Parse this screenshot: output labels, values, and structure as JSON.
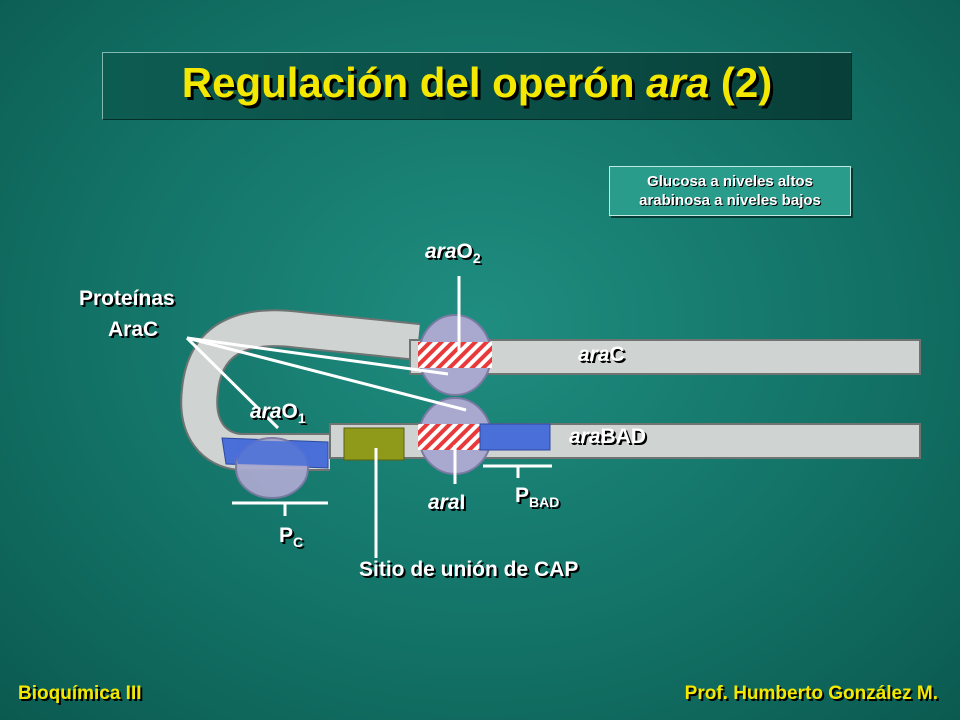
{
  "slide": {
    "title_prefix": "Regulación del operón ",
    "title_italic": "ara",
    "title_suffix": " (2)"
  },
  "condition": {
    "line1": "Glucosa a niveles altos",
    "line2": "arabinosa a niveles bajos"
  },
  "labels": {
    "proteins_line1": "Proteínas",
    "proteins_line2": "AraC",
    "arao2_prefix": "ara",
    "arao2_main": "O",
    "arao2_sub": "2",
    "arao1_prefix": "ara",
    "arao1_main": "O",
    "arao1_sub": "1",
    "arac_italic": "ara",
    "arac_rest": "C",
    "arabad_italic": "ara",
    "arabad_rest": "BAD",
    "arai_italic": "ara",
    "arai_rest": "I",
    "pbad_main": "P",
    "pbad_sub": "BAD",
    "pc_main": "P",
    "pc_sub": "C",
    "cap_site": "Sitio de unión de CAP"
  },
  "footer": {
    "left": "Bioquímica III",
    "right": "Prof. Humberto González M."
  },
  "colors": {
    "title": "#f5e800",
    "dna": "#cfd3d1",
    "protein": "#a9a9cf",
    "operator": "#e83a3a",
    "promoter": "#4a6fd8",
    "cap": "#8f9a1a"
  }
}
